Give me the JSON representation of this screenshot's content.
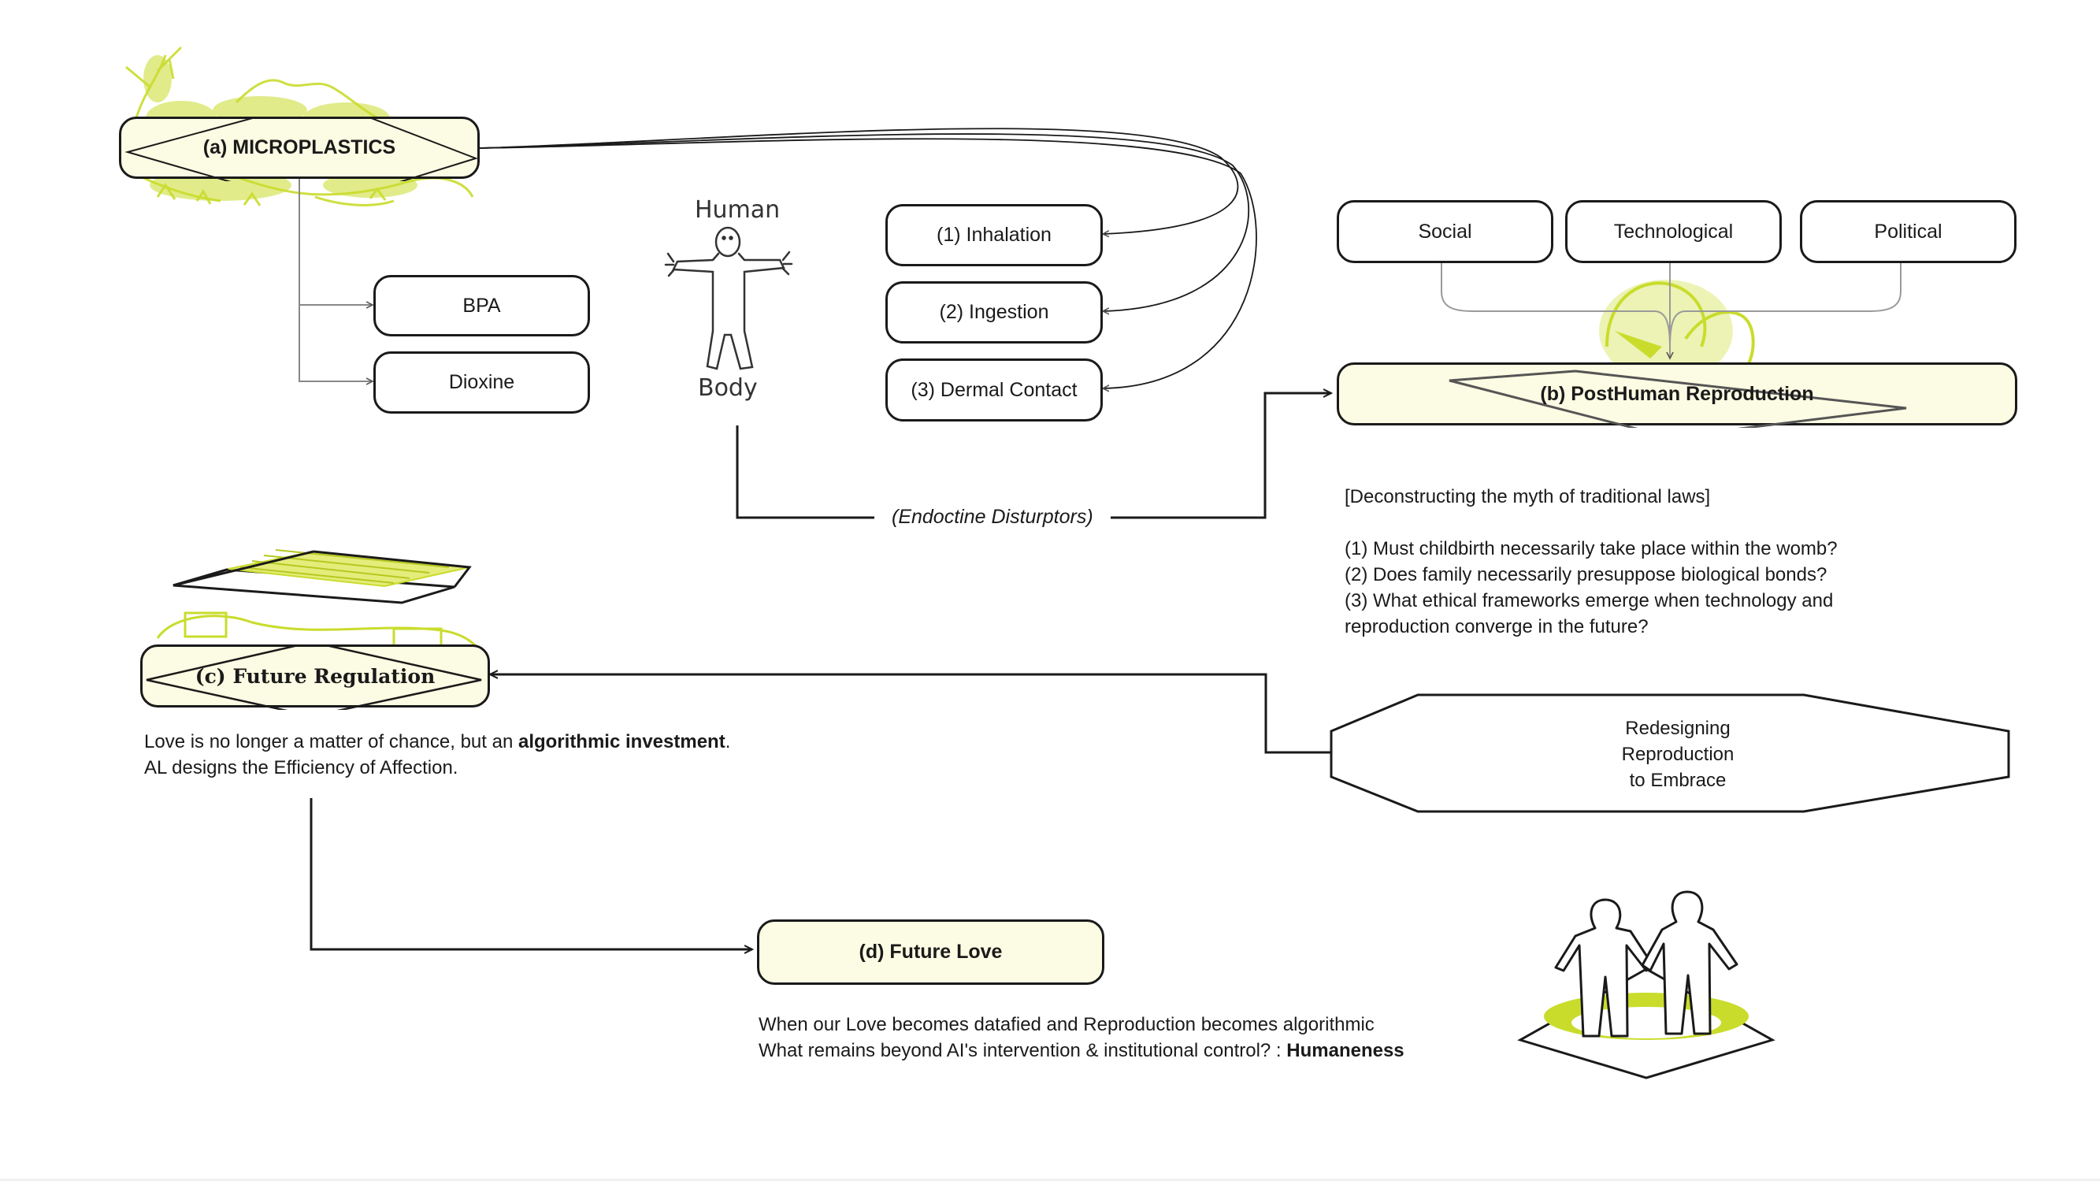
{
  "nodes": {
    "microplastics": "(a) MICROPLASTICS",
    "bpa": "BPA",
    "dioxine": "Dioxine",
    "inhalation": "(1) Inhalation",
    "ingestion": "(2) Ingestion",
    "dermal": "(3) Dermal Contact",
    "social": "Social",
    "technological": "Technological",
    "political": "Political",
    "posthuman": "(b) PostHuman Reproduction",
    "future_regulation": "(c) Future Regulation",
    "future_love": "(d) Future Love",
    "redesigning": [
      "Redesigning",
      "Reproduction",
      "to Embrace"
    ]
  },
  "sketch_labels": {
    "human": "Human",
    "body": "Body"
  },
  "edge_label": "(Endoctine Disturptors)",
  "posthuman_text": {
    "heading": "[Deconstructing the myth of traditional laws]",
    "q1": "(1) Must childbirth necessarily take place within the womb?",
    "q2": "(2) Does family necessarily presuppose biological bonds?",
    "q3a": "(3) What ethical frameworks emerge when technology and",
    "q3b": "reproduction converge in the future?"
  },
  "regulation_text": {
    "l1_pre": "Love is no longer a matter of chance, but an ",
    "l1_bold": "algorithmic investment",
    "l1_post": ".",
    "l2": "AL designs the Efficiency of Affection."
  },
  "love_text": {
    "l1": "When our Love becomes datafied and Reproduction becomes algorithmic",
    "l2_pre": "What remains beyond AI's intervention & institutional control? : ",
    "l2_bold": "Humaneness"
  },
  "colors": {
    "accent": "#c9dc2c",
    "highlight_fill": "#fcfbe3",
    "stroke": "#1a1a1a",
    "connector_gray": "#9a9a9a"
  }
}
